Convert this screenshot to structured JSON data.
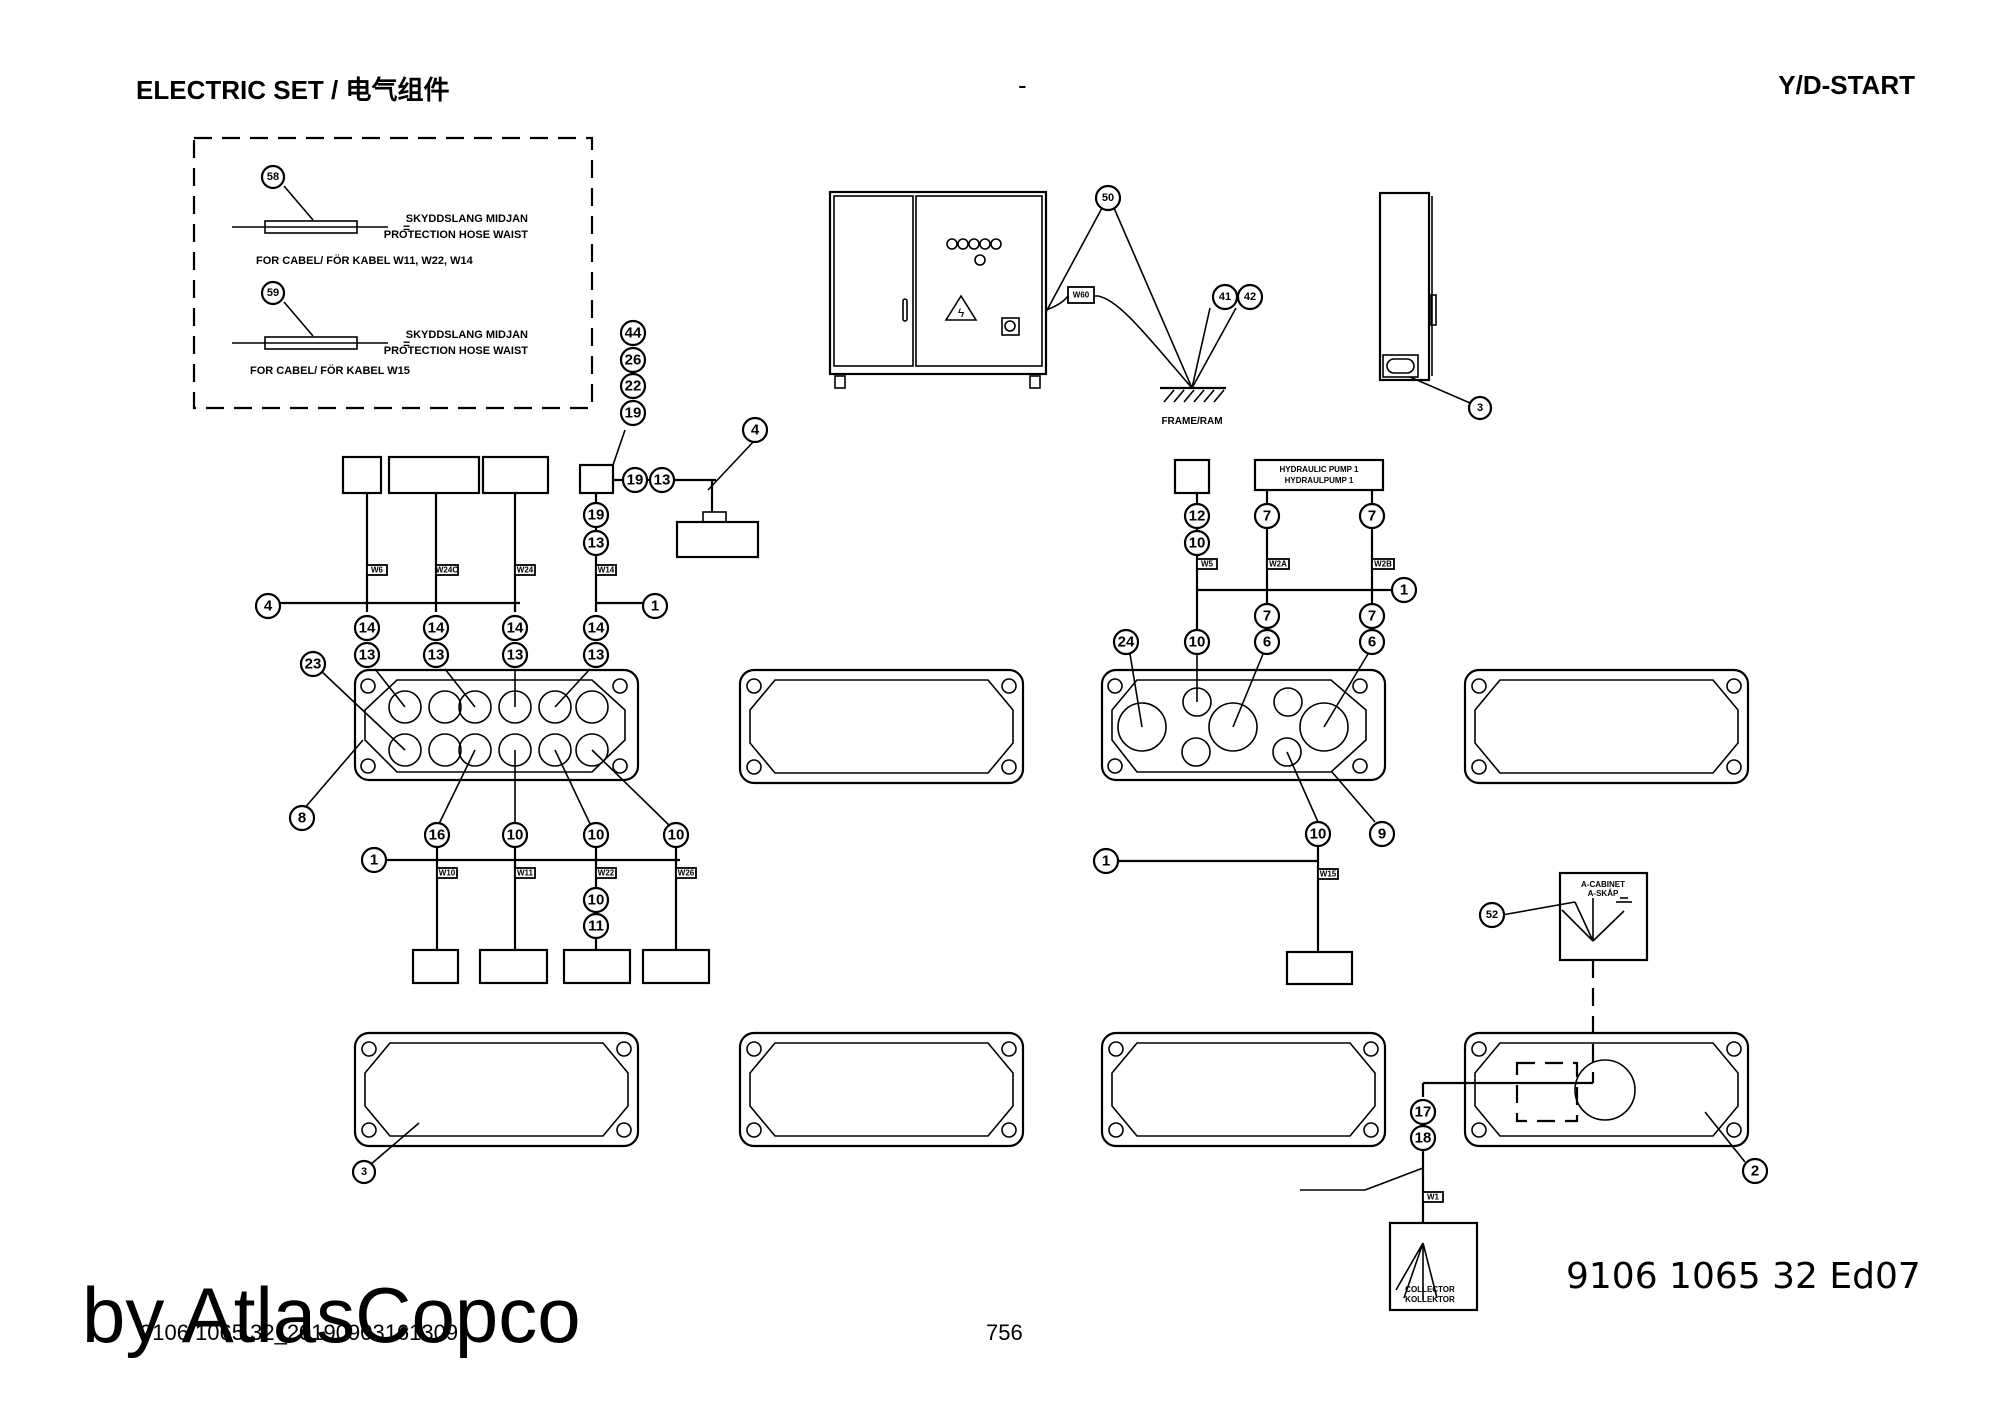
{
  "header": {
    "title": "ELECTRIC SET / 电气组件",
    "center": "-",
    "variant": "Y/D-START"
  },
  "legend": {
    "items": [
      {
        "bubble": "58",
        "line1": "SKYDDSLANG MIDJAN",
        "line2": "PROTECTION HOSE WAIST",
        "cables": "FOR CABEL/ FÖR KABEL W11, W22, W14"
      },
      {
        "bubble": "59",
        "line1": "SKYDDSLANG MIDJAN",
        "line2": "PROTECTION HOSE WAIST",
        "cables": "FOR CABEL/ FÖR KABEL W15"
      }
    ],
    "equals": "="
  },
  "cabinet": {
    "cable_tag": "W60",
    "bubbles": [
      "50",
      "41",
      "42"
    ],
    "ground_label": "FRAME/RAM",
    "side_bubble": "3"
  },
  "left_group": {
    "top_stack": [
      "44",
      "26",
      "22",
      "19"
    ],
    "components": [
      {
        "label": "",
        "cable": "W6",
        "bubbles": [
          "14",
          "13"
        ]
      },
      {
        "label": "",
        "cable": "W24C",
        "bubbles": [
          "14",
          "13"
        ]
      },
      {
        "label": "",
        "cable": "W24",
        "bubbles": [
          "14",
          "13"
        ]
      },
      {
        "label": "",
        "cable": "W14",
        "bubbles": [
          "14",
          "13"
        ]
      }
    ],
    "check_box_bubbles": [
      "19",
      "13"
    ],
    "check_vertical_bubbles": [
      "19",
      "13"
    ],
    "tacho_bubble": "4",
    "bus_left_bubble": "4",
    "bus_right_bubble": "1",
    "plate_bubbles": [
      "23",
      "8"
    ],
    "bottom_bubbles": [
      "16",
      "10",
      "10",
      "10"
    ],
    "bottom_bus_bubble": "1",
    "bottom_cables": [
      "W10",
      "W11",
      "W22",
      "W26"
    ],
    "w22_stack": [
      "10",
      "11"
    ]
  },
  "right_group": {
    "pump_label_1": "HYDRAULIC PUMP 1",
    "pump_label_2": "HYDRAULPUMP 1",
    "sensor_bubbles": [
      "12",
      "10"
    ],
    "pump_bubbles": [
      "7",
      "7"
    ],
    "cables": [
      "W5",
      "W2A",
      "W2B"
    ],
    "bus_bubble": "1",
    "below_bus": [
      [
        "7",
        "6"
      ],
      [
        "7",
        "6"
      ]
    ],
    "plate_bubbles": [
      "24",
      "10",
      "9"
    ],
    "bottom_bubble": "10",
    "bottom_bus_bubble": "1",
    "bottom_cable": "W15"
  },
  "collector": {
    "top_label_1": "A-CABINET",
    "top_label_2": "A-SKÅP",
    "bubble_52": "52",
    "stack": [
      "17",
      "18"
    ],
    "cable": "W1",
    "label_1": "COLLECTOR",
    "label_2": "KOLLEKTOR",
    "plate_bubble": "2"
  },
  "bottom_plate_bubble": "3",
  "doc_number": "9106 1065 32  Ed07",
  "footer_id": "9106 1065 32_20190903161309",
  "page_number": "756",
  "watermark": "by AtlasCopco"
}
